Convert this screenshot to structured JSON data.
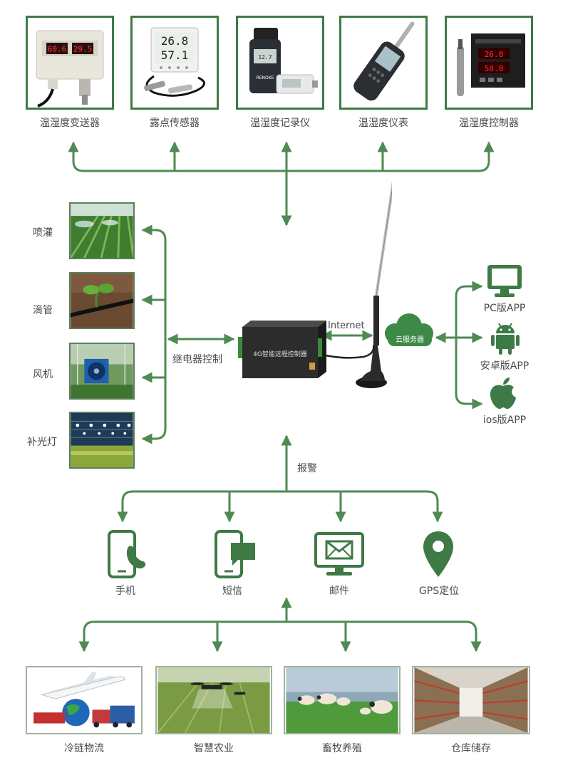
{
  "colors": {
    "accent": "#3d7a45",
    "line": "#4f8a52",
    "text": "#4a4a4a",
    "gateway": "#2a2a2a"
  },
  "sensors": [
    {
      "label": "温湿度变送器",
      "icon": "transmitter-icon"
    },
    {
      "label": "露点传感器",
      "icon": "dew-point-sensor-icon"
    },
    {
      "label": "温湿度记录仪",
      "icon": "data-logger-icon"
    },
    {
      "label": "温湿度仪表",
      "icon": "handheld-meter-icon"
    },
    {
      "label": "温湿度控制器",
      "icon": "controller-icon"
    }
  ],
  "transmitter_display": {
    "temp": "60.6",
    "humid": "29.5"
  },
  "dew_display": {
    "temp": "26.8",
    "humid": "57.1"
  },
  "logger_brand": "RENOKE",
  "actuators": [
    {
      "label": "喷灌",
      "icon": "sprinkler-photo"
    },
    {
      "label": "滴管",
      "icon": "drip-irrigation-photo"
    },
    {
      "label": "风机",
      "icon": "fan-photo"
    },
    {
      "label": "补光灯",
      "icon": "grow-light-photo"
    }
  ],
  "relay_label": "继电器控制",
  "gateway_label": "4G智能远程控制器",
  "internet_label": "Internet",
  "cloud_label": "云服务器",
  "apps": [
    {
      "label": "PC版APP",
      "icon": "monitor-icon"
    },
    {
      "label": "安卓版APP",
      "icon": "android-icon"
    },
    {
      "label": "ios版APP",
      "icon": "apple-icon"
    }
  ],
  "alarm_label": "报警",
  "alerts": [
    {
      "label": "手机",
      "icon": "phone-call-icon"
    },
    {
      "label": "短信",
      "icon": "sms-icon"
    },
    {
      "label": "邮件",
      "icon": "email-icon"
    },
    {
      "label": "GPS定位",
      "icon": "gps-pin-icon"
    }
  ],
  "applications": [
    {
      "label": "冷链物流",
      "icon": "cold-chain-photo"
    },
    {
      "label": "智慧农业",
      "icon": "smart-agriculture-photo"
    },
    {
      "label": "畜牧养殖",
      "icon": "livestock-photo"
    },
    {
      "label": "仓库储存",
      "icon": "warehouse-photo"
    }
  ]
}
